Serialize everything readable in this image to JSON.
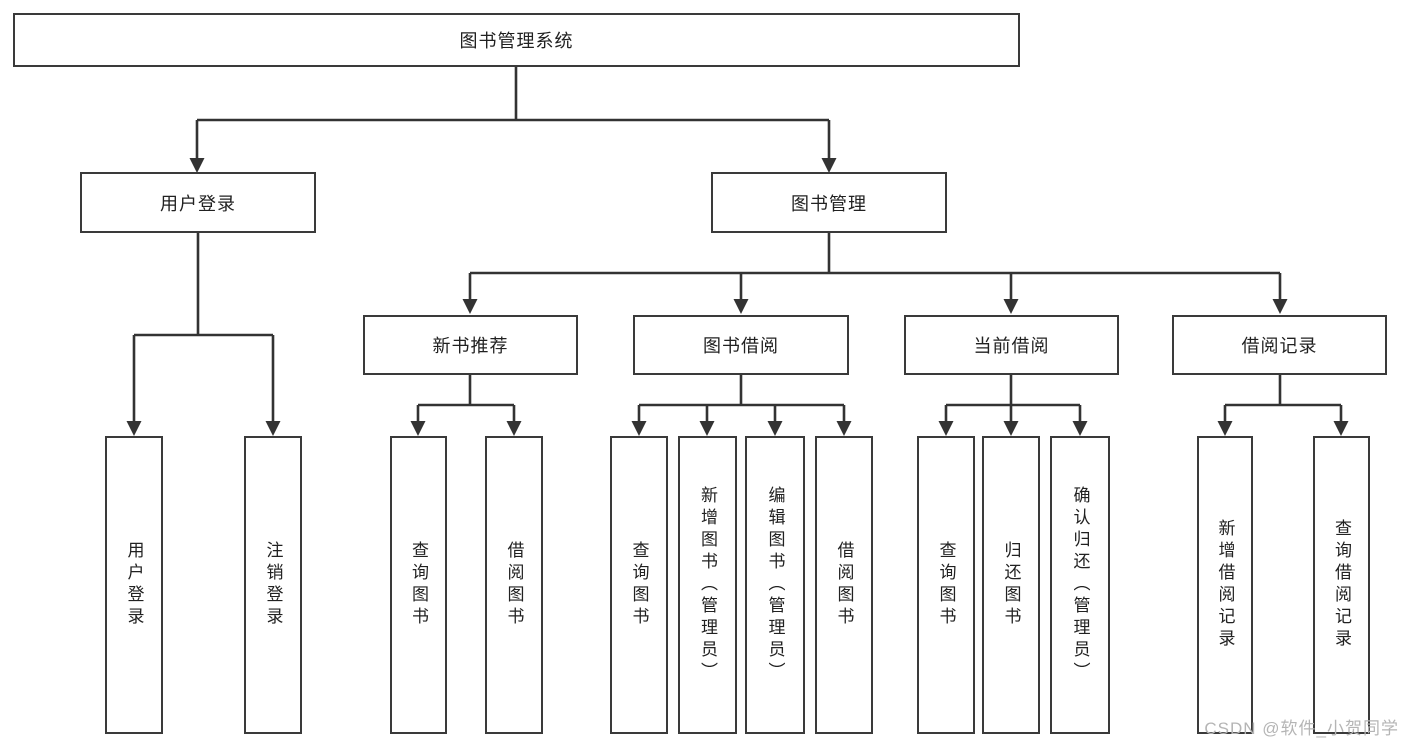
{
  "diagram_title": "图书管理系统",
  "colors": {
    "line": "#333333",
    "box_border": "#3a3a3a",
    "text": "#212121",
    "watermark_text": "#b5b5b5",
    "background": "#ffffff"
  },
  "nodes": {
    "root": {
      "label": "图书管理系统"
    },
    "user_login": {
      "label": "用户登录"
    },
    "book_mgmt": {
      "label": "图书管理"
    },
    "new_books": {
      "label": "新书推荐"
    },
    "book_borrow": {
      "label": "图书借阅"
    },
    "current_borrow": {
      "label": "当前借阅"
    },
    "borrow_records": {
      "label": "借阅记录"
    },
    "leaf_user_login": {
      "label": "用户登录"
    },
    "leaf_logout": {
      "label": "注销登录"
    },
    "leaf_nb_query": {
      "label": "查询图书"
    },
    "leaf_nb_borrow": {
      "label": "借阅图书"
    },
    "leaf_bb_query": {
      "label": "查询图书"
    },
    "leaf_bb_add": {
      "label": "新增图书（管理员）"
    },
    "leaf_bb_edit": {
      "label": "编辑图书（管理员）"
    },
    "leaf_bb_borrow": {
      "label": "借阅图书"
    },
    "leaf_cb_query": {
      "label": "查询图书"
    },
    "leaf_cb_return": {
      "label": "归还图书"
    },
    "leaf_cb_confirm": {
      "label": "确认归还（管理员）"
    },
    "leaf_jl_add": {
      "label": "新增借阅记录"
    },
    "leaf_jl_query": {
      "label": "查询借阅记录"
    }
  },
  "hierarchy": {
    "root": "图书管理系统",
    "children": [
      {
        "label": "用户登录",
        "children": [
          "用户登录",
          "注销登录"
        ]
      },
      {
        "label": "图书管理",
        "children": [
          {
            "label": "新书推荐",
            "children": [
              "查询图书",
              "借阅图书"
            ]
          },
          {
            "label": "图书借阅",
            "children": [
              "查询图书",
              "新增图书（管理员）",
              "编辑图书（管理员）",
              "借阅图书"
            ]
          },
          {
            "label": "当前借阅",
            "children": [
              "查询图书",
              "归还图书",
              "确认归还（管理员）"
            ]
          },
          {
            "label": "借阅记录",
            "children": [
              "新增借阅记录",
              "查询借阅记录"
            ]
          }
        ]
      }
    ]
  },
  "watermark": {
    "text": "CSDN @软件_小贺同学"
  }
}
